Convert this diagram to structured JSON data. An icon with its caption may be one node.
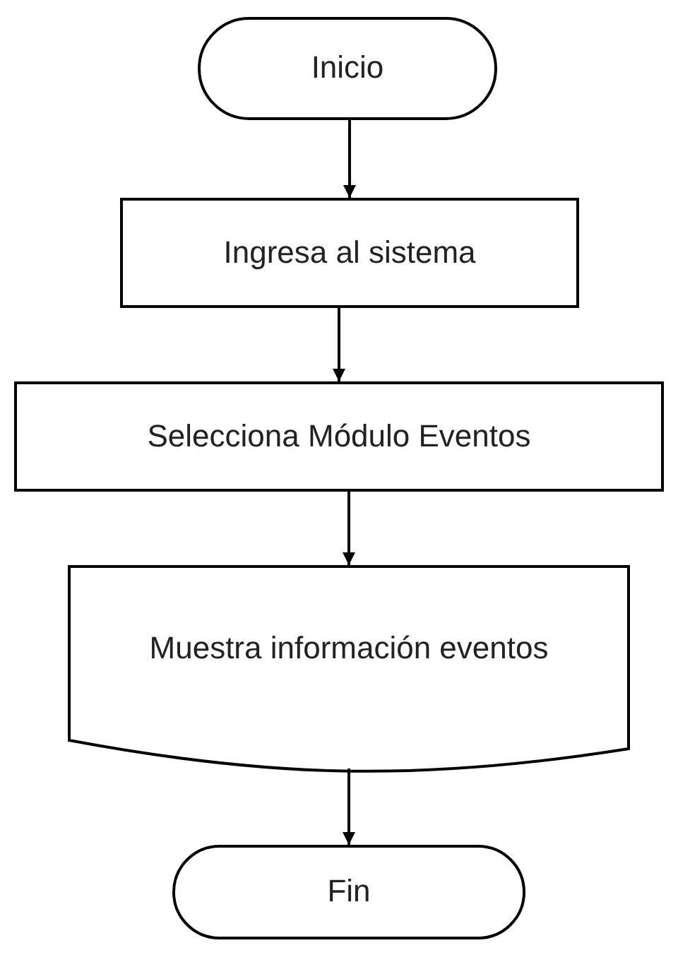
{
  "diagram": {
    "nodes": [
      {
        "text": [
          "Inicio"
        ]
      },
      {
        "text": [
          "Ingresa al sistema"
        ]
      },
      {
        "text": [
          "Selecciona Módulo Eventos"
        ]
      },
      {
        "text": [
          "Muestra información eventos"
        ]
      },
      {
        "text": [
          "Fin"
        ]
      }
    ],
    "edges": [
      {
        "from": 0,
        "to": 1,
        "arrow": "to"
      },
      {
        "from": 1,
        "to": 2,
        "arrow": "to"
      },
      {
        "from": 2,
        "to": 3,
        "arrow": "to"
      },
      {
        "from": 3,
        "to": 4,
        "arrow": "to"
      }
    ]
  }
}
